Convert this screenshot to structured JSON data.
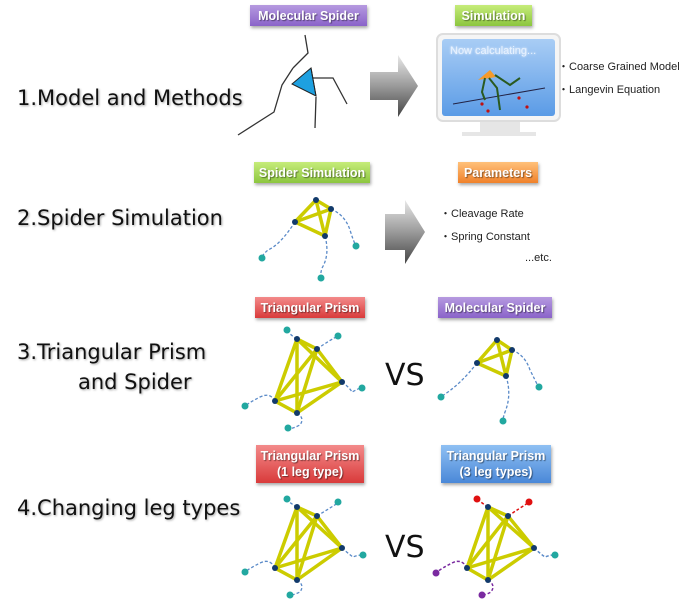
{
  "sections": [
    {
      "heading": "1.Model and Methods"
    },
    {
      "heading": "2.Spider Simulation"
    },
    {
      "heading_line1": "3.Triangular Prism",
      "heading_line2": "and Spider"
    },
    {
      "heading": "4.Changing leg types"
    }
  ],
  "labels": {
    "molecular_spider_1": "Molecular Spider",
    "simulation": "Simulation",
    "spider_simulation": "Spider Simulation",
    "parameters": "Parameters",
    "triangular_prism": "Triangular Prism",
    "molecular_spider_3": "Molecular Spider",
    "prism_1leg_line1": "Triangular Prism",
    "prism_1leg_line2": "(1 leg type)",
    "prism_3leg_line1": "Triangular Prism",
    "prism_3leg_line2": "(3 leg types)"
  },
  "monitor": {
    "status_text": "Now calculating..."
  },
  "simulation_bullets": [
    "・Coarse Grained Model",
    "・Langevin Equation"
  ],
  "parameter_bullets": [
    "・Cleavage Rate",
    "・Spring Constant"
  ],
  "parameter_etc": "...etc.",
  "vs_text": "VS",
  "colors": {
    "spider_body": "#1ea0e0",
    "frame_yellow": "#cccc00",
    "node": "#123a6b",
    "leg_dash": "#5a8ac8",
    "foot_teal": "#22a8a0",
    "foot_red": "#e01010",
    "foot_purple": "#7a2aa0",
    "arrow_gray": "#888888"
  }
}
